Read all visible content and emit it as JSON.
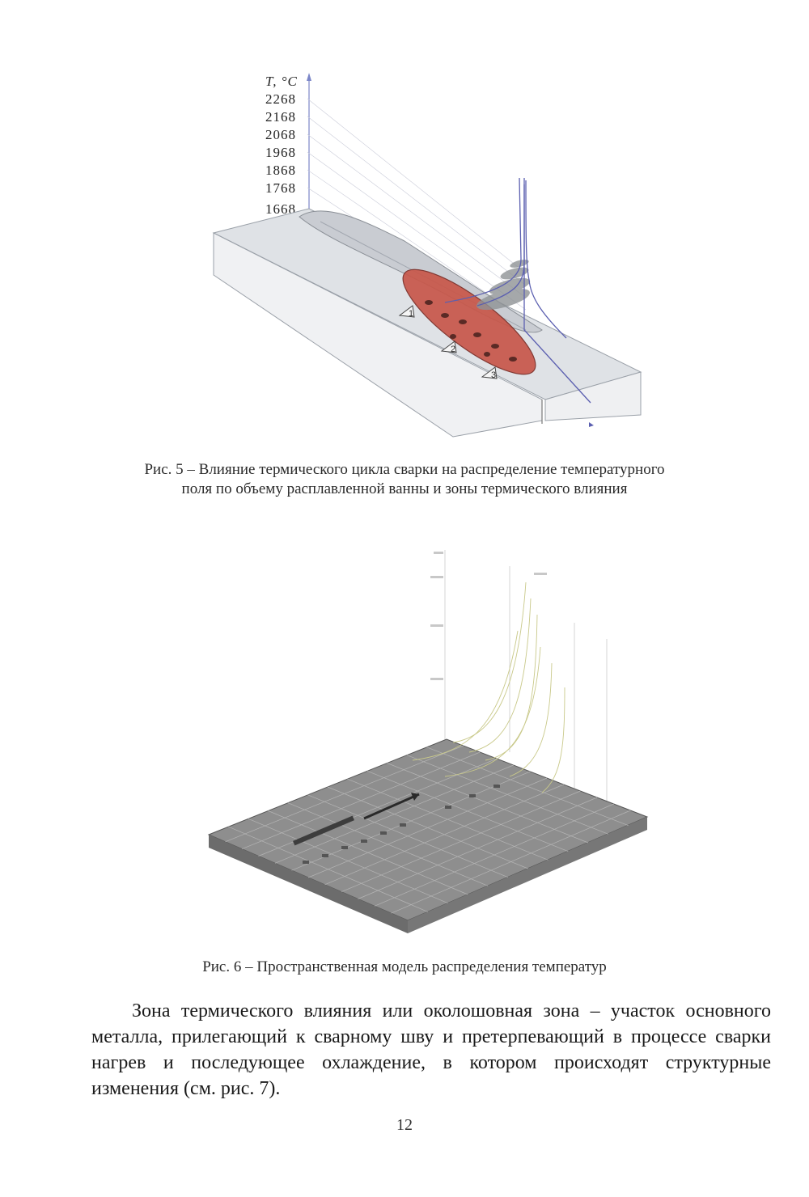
{
  "figure5": {
    "axis_label": "T, °C",
    "ticks": [
      "2268",
      "2168",
      "2068",
      "1968",
      "1868",
      "1768",
      "1668"
    ],
    "markers": [
      "1",
      "2",
      "3"
    ],
    "caption_line1": "Рис. 5 – Влияние термического цикла сварки на распределение температурного",
    "caption_line2": "поля по объему расплавленной ванны и зоны термического влияния"
  },
  "figure6": {
    "caption": "Рис. 6 – Пространственная модель распределения температур"
  },
  "paragraph": "Зона термического влияния или околошовная зона – участок основного металла, прилегающий к сварному шву и претерпевающий в процессе сварки нагрев и последующее охлаждение, в котором происходят структурные изменения (см. рис. 7).",
  "page_number": "12",
  "colors": {
    "plate_top": "#dfe2e6",
    "plate_front": "#f2f3f5",
    "weld_pool": "#c8574a",
    "grid_plate": "#8e8e8e",
    "curve": "#5b5fb0"
  }
}
